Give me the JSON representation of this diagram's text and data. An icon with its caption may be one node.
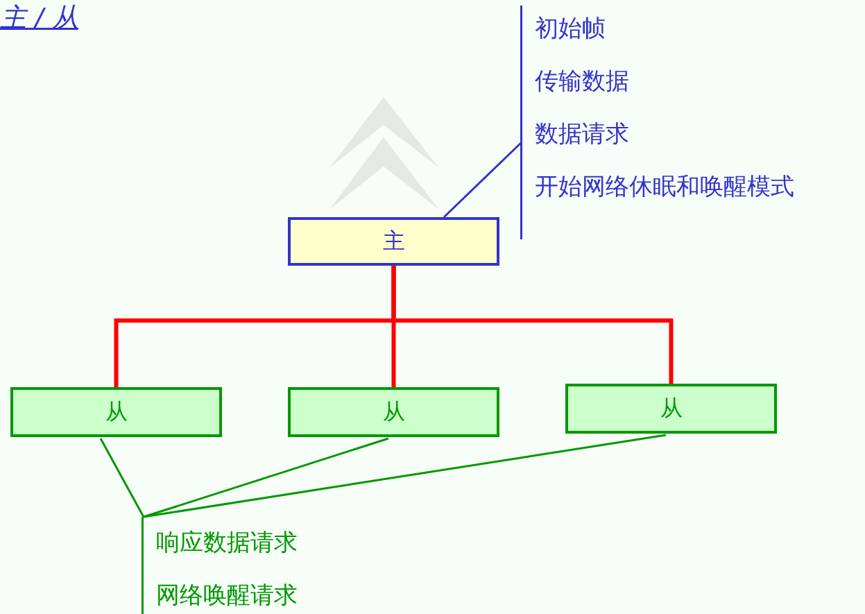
{
  "diagram": {
    "title": "主 / 从",
    "nodes": [
      {
        "text": [
          "主"
        ]
      },
      {
        "text": [
          "从"
        ]
      },
      {
        "text": [
          "从"
        ]
      },
      {
        "text": [
          "从"
        ]
      },
      {
        "text": [
          "初始帧",
          "传输数据",
          "数据请求",
          "开始网络休眠和唤醒模式"
        ]
      },
      {
        "text": [
          "响应数据请求",
          "网络唤醒请求"
        ]
      }
    ],
    "edges": [
      {
        "from": 0,
        "to": 1,
        "arrow": "none",
        "style": "thick",
        "color": "#ff0000"
      },
      {
        "from": 0,
        "to": 2,
        "arrow": "none",
        "style": "thick",
        "color": "#ff0000"
      },
      {
        "from": 0,
        "to": 3,
        "arrow": "none",
        "style": "thick",
        "color": "#ff0000"
      },
      {
        "from": 4,
        "to": 0,
        "arrow": "none",
        "color": "#3333cc"
      },
      {
        "from": 5,
        "to": 1,
        "arrow": "none",
        "color": "#009900"
      },
      {
        "from": 5,
        "to": 2,
        "arrow": "none",
        "color": "#009900"
      },
      {
        "from": 5,
        "to": 3,
        "arrow": "none",
        "color": "#009900"
      }
    ]
  }
}
